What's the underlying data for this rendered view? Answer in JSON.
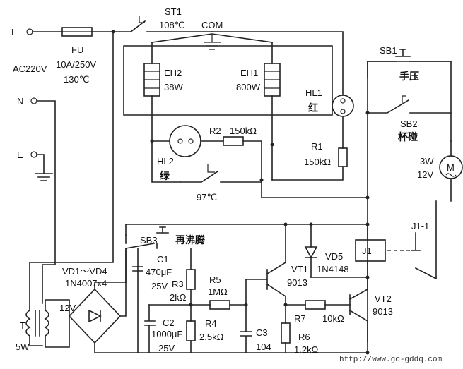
{
  "terminals": {
    "L": "L",
    "N": "N",
    "E": "E"
  },
  "supply": "AC220V",
  "fuse": {
    "ref": "FU",
    "rating": "10A/250V",
    "temp": "130℃"
  },
  "st1": {
    "ref": "ST1",
    "temp": "108℃"
  },
  "com": "COM",
  "eh2": {
    "ref": "EH2",
    "power": "38W"
  },
  "eh1": {
    "ref": "EH1",
    "power": "800W"
  },
  "hl1": {
    "ref": "HL1",
    "color": "红"
  },
  "hl2": {
    "ref": "HL2",
    "color": "绿"
  },
  "r1": {
    "ref": "R1",
    "value": "150kΩ"
  },
  "r2": {
    "ref": "R2",
    "value": "150kΩ"
  },
  "thermo97": "97℃",
  "sb1": {
    "ref": "SB1",
    "desc": "手压"
  },
  "sb2": {
    "ref": "SB2",
    "desc": "杯碰"
  },
  "motor": {
    "symbol": "M",
    "power": "3W",
    "voltage": "12V"
  },
  "sb3": {
    "ref": "SB3",
    "desc": "再沸腾"
  },
  "c1": {
    "ref": "C1",
    "value": "470μF",
    "voltage": "25V"
  },
  "r3": {
    "ref": "R3",
    "value": "2kΩ"
  },
  "r5": {
    "ref": "R5",
    "value": "1MΩ"
  },
  "c2": {
    "ref": "C2",
    "value": "1000μF",
    "voltage": "25V"
  },
  "r4": {
    "ref": "R4",
    "value": "2.5kΩ"
  },
  "c3": {
    "ref": "C3",
    "value": "104"
  },
  "r6": {
    "ref": "R6",
    "value": "1.2kΩ"
  },
  "vt1": {
    "ref": "VT1",
    "part": "9013"
  },
  "vd5": {
    "ref": "VD5",
    "part": "1N4148"
  },
  "j1": {
    "ref": "J1",
    "contact": "J1-1"
  },
  "r7": {
    "ref": "R7",
    "value": "10kΩ"
  },
  "vt2": {
    "ref": "VT2",
    "part": "9013"
  },
  "bridge": {
    "ref": "VD1～VD4",
    "part": "1N4007x4"
  },
  "transformer": {
    "ref": "T",
    "secondary": "12V",
    "power": "5W"
  },
  "watermark": "http://www.go-gddq.com"
}
